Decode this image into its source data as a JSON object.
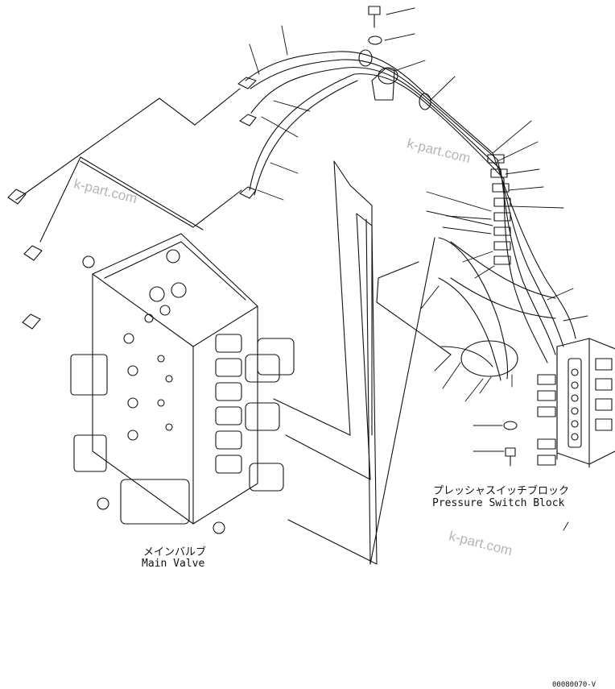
{
  "main_valve": {
    "label_jp": "メインバルブ",
    "label_en": "Main Valve"
  },
  "pressure_switch_block": {
    "label_jp": "プレッシャスイッチブロック",
    "label_en": "Pressure Switch Block"
  },
  "watermarks": [
    "k-part.com",
    "k-part.com",
    "k-part.com"
  ],
  "drawing_code": "00080070-V",
  "colors": {
    "line": "#111111",
    "watermark": "#b5b5b5",
    "background": "#ffffff"
  }
}
